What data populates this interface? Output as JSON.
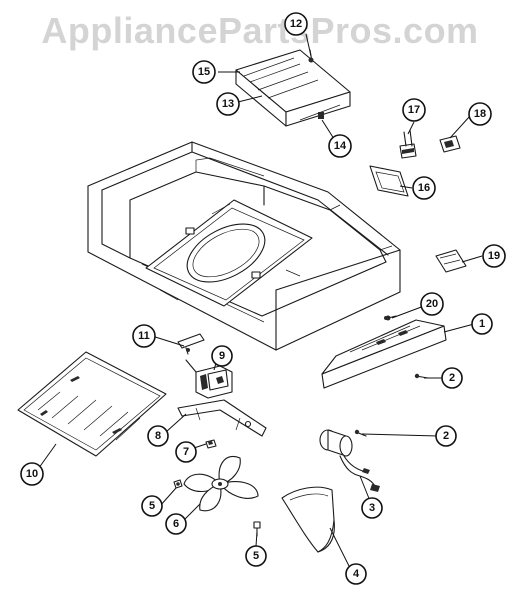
{
  "watermark": "AppliancePartsPros.com",
  "callouts": [
    {
      "label": "1"
    },
    {
      "label": "2"
    },
    {
      "label": "2"
    },
    {
      "label": "3"
    },
    {
      "label": "4"
    },
    {
      "label": "5"
    },
    {
      "label": "5"
    },
    {
      "label": "6"
    },
    {
      "label": "7"
    },
    {
      "label": "8"
    },
    {
      "label": "9"
    },
    {
      "label": "10"
    },
    {
      "label": "11"
    },
    {
      "label": "12"
    },
    {
      "label": "13"
    },
    {
      "label": "14"
    },
    {
      "label": "15"
    },
    {
      "label": "16"
    },
    {
      "label": "17"
    },
    {
      "label": "18"
    },
    {
      "label": "19"
    },
    {
      "label": "20"
    }
  ]
}
